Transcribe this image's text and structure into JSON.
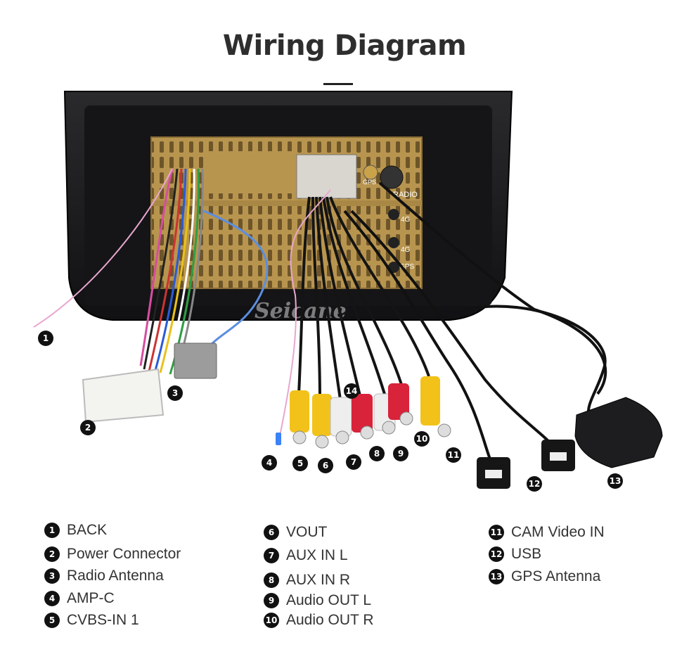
{
  "title": "Wiring Diagram",
  "watermark": "Seicane",
  "unit_labels": {
    "gps_port": "GPS",
    "radio_port": "RADIO",
    "port_4g_a": "4G",
    "port_4g_b": "4G",
    "port_gps": "GPS"
  },
  "callouts": [
    "1",
    "2",
    "3",
    "4",
    "5",
    "6",
    "7",
    "8",
    "9",
    "10",
    "11",
    "12",
    "13",
    "14"
  ],
  "legend": [
    {
      "num": "1",
      "label": "BACK"
    },
    {
      "num": "2",
      "label": "Power Connector"
    },
    {
      "num": "3",
      "label": "Radio Antenna"
    },
    {
      "num": "4",
      "label": "AMP-C"
    },
    {
      "num": "5",
      "label": "CVBS-IN 1"
    },
    {
      "num": "6",
      "label": "VOUT"
    },
    {
      "num": "7",
      "label": "AUX IN L"
    },
    {
      "num": "8",
      "label": "AUX IN R"
    },
    {
      "num": "9",
      "label": "Audio OUT L"
    },
    {
      "num": "10",
      "label": "Audio OUT R"
    },
    {
      "num": "11",
      "label": "CAM Video IN"
    },
    {
      "num": "12",
      "label": "USB"
    },
    {
      "num": "13",
      "label": "GPS Antenna"
    }
  ],
  "colors": {
    "frame": "#1c1c1e",
    "chassis": "#b8954f",
    "rca_yellow": "#f2c21a",
    "rca_white": "#eeeeee",
    "rca_red": "#d8233a",
    "callout_bg": "#111111"
  }
}
